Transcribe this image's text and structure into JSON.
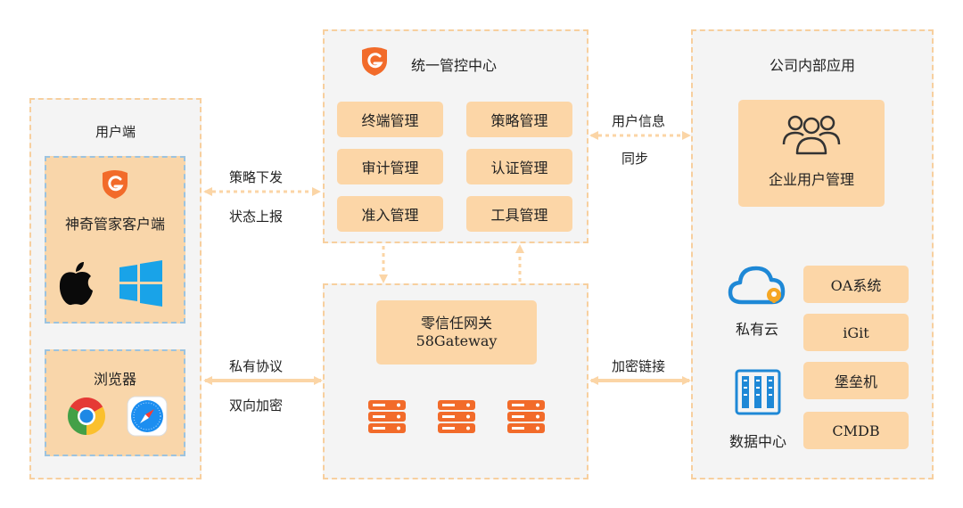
{
  "user_side": {
    "title": "用户端",
    "client_name": "神奇管家客户端",
    "browser_title": "浏览器",
    "icons": [
      "apple-icon",
      "windows-icon",
      "chrome-icon",
      "safari-icon"
    ]
  },
  "control_center": {
    "title": "统一管控中心",
    "modules": [
      "终端管理",
      "策略管理",
      "审计管理",
      "认证管理",
      "准入管理",
      "工具管理"
    ]
  },
  "gateway": {
    "name": "零信任网关",
    "sub": "58Gateway"
  },
  "internal": {
    "title": "公司内部应用",
    "user_mgmt": "企业用户管理",
    "private_cloud": "私有云",
    "data_center": "数据中心",
    "apps": [
      "OA系统",
      "iGit",
      "堡垒机",
      "CMDB"
    ]
  },
  "links": {
    "policy_down": "策略下发",
    "status_up": "状态上报",
    "user_info": "用户信息",
    "sync": "同步",
    "private_protocol": "私有协议",
    "two_way_enc": "双向加密",
    "enc_link": "加密链接"
  },
  "colors": {
    "accent_orange": "#f26b2a",
    "box_fill": "#fcd6a7",
    "cloud_blue": "#1e88d6",
    "arrow": "#fbd5a6"
  }
}
